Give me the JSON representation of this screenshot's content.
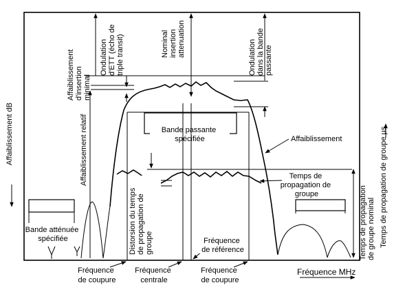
{
  "labels": {
    "y_left": "Affaiblissement  dB",
    "y_right": "Temps de propagation de groupe  µs",
    "insertion_min": [
      "Affaiblissement",
      "d'insertion",
      "minimal"
    ],
    "ondulation_ett": [
      "Ondulation",
      "d'ETT (écho de",
      "triple transit)"
    ],
    "nominal_insertion": [
      "Nominal",
      "insertion",
      "attenuation"
    ],
    "ondulation_bande": [
      "Ondulation",
      "dans la bande",
      "passante"
    ],
    "relatif": "Affaiblissement relatif",
    "bande_passante": [
      "Bande passante",
      "spécifiée"
    ],
    "affaiblissement": "Affaiblissement",
    "temps_groupe": [
      "Temps de",
      "propagation de",
      "groupe"
    ],
    "temps_nominal": [
      "Temps de propagation",
      "de groupe nominal"
    ],
    "distorsion": [
      "Distorsion du temps",
      "de propagation de",
      "groupe"
    ],
    "bande_attenuee": [
      "Bande atténuée",
      "spécifiée"
    ],
    "freq_reference": [
      "Fréquence",
      "de référence"
    ],
    "freq_coupure_l": [
      "Fréquence",
      "de coupure"
    ],
    "freq_centrale": [
      "Fréquence",
      "centrale"
    ],
    "freq_coupure_r": [
      "Fréquence",
      "de coupure"
    ],
    "x_axis": "Fréquence   MHz"
  }
}
